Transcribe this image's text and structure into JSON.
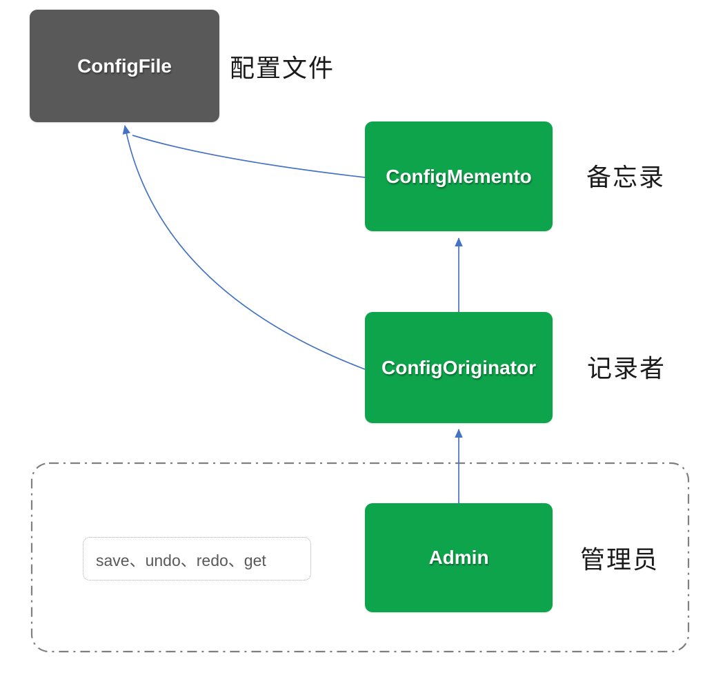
{
  "diagram": {
    "nodes": {
      "config_file": {
        "label": "ConfigFile",
        "annotation": "配置文件",
        "shape_color": "#595959"
      },
      "config_memento": {
        "label": "ConfigMemento",
        "annotation": "备忘录",
        "shape_color": "#0EA44B"
      },
      "config_originator": {
        "label": "ConfigOriginator",
        "annotation": "记录者",
        "shape_color": "#0EA44B"
      },
      "admin": {
        "label": "Admin",
        "annotation": "管理员",
        "shape_color": "#0EA44B"
      }
    },
    "edges": [
      {
        "from": "admin",
        "to": "config_originator",
        "style": "straight-arrow"
      },
      {
        "from": "config_originator",
        "to": "config_memento",
        "style": "straight-arrow"
      },
      {
        "from": "config_originator",
        "to": "config_file",
        "style": "curved-arrow"
      },
      {
        "from": "config_memento",
        "to": "config_file",
        "style": "curved-arrow"
      }
    ],
    "note": {
      "text": "save、undo、redo、get"
    },
    "colors": {
      "node_green": "#0EA44B",
      "node_dark": "#595959",
      "arrow_blue": "#4472C4",
      "container_border": "#7F7F7F"
    }
  }
}
